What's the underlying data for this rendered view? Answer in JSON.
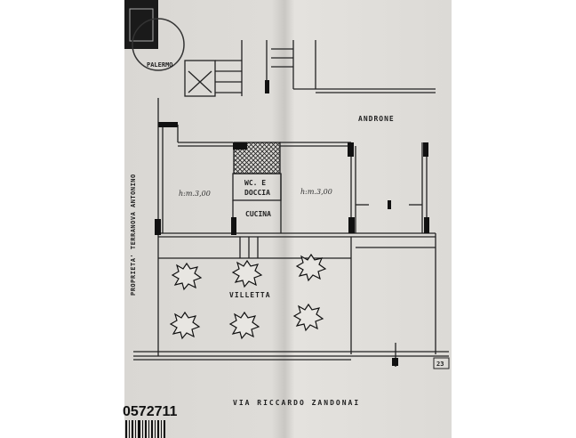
{
  "stamp": {
    "postmark_city": "PALERMO"
  },
  "labels": {
    "androne": "ANDRONE",
    "wc": "WC. E",
    "doccia": "DOCCIA",
    "cucina": "CUCINA",
    "height_left": "h:m.3,00",
    "height_right": "h:m.3,00",
    "villetta": "VILLETTA",
    "owner": "PROPRIETA' TERRANOVA ANTONINO",
    "street": "VIA RICCARDO ZANDONAI",
    "sheet_number": "23",
    "doc_number": "0572711"
  }
}
